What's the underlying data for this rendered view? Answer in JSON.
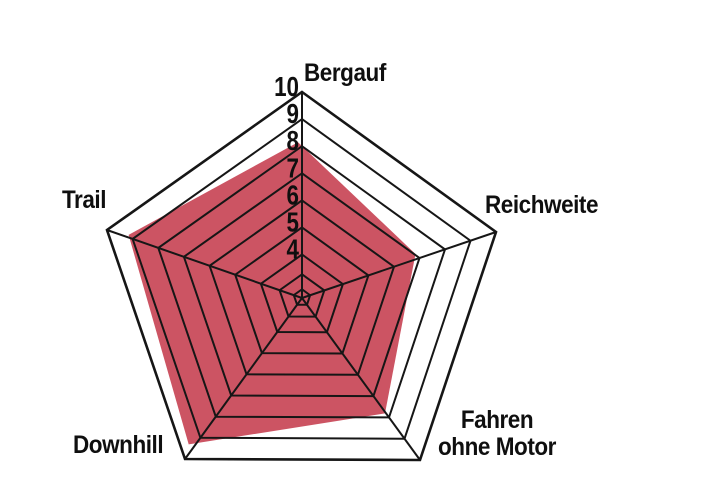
{
  "chart_data": {
    "type": "radar",
    "title": "",
    "categories": [
      "Bergauf",
      "Reichweite",
      "Fahren ohne Motor",
      "Downhill",
      "Trail"
    ],
    "values": [
      8,
      7,
      8,
      9.5,
      9
    ],
    "axes": [
      {
        "label": "Bergauf",
        "value": 8
      },
      {
        "label": "Reichweite",
        "value": 7
      },
      {
        "label": "Fahren ohne Motor",
        "label_line1": "Fahren",
        "label_line2": "ohne Motor",
        "value": 8
      },
      {
        "label": "Downhill",
        "value": 9.5
      },
      {
        "label": "Trail",
        "value": 9
      }
    ],
    "axis_ticks": [
      "10",
      "9",
      "8",
      "7",
      "6",
      "5",
      "4"
    ],
    "scale": {
      "min": 0,
      "max": 10,
      "labeled_min": 4
    },
    "grid": "pentagon-rings",
    "legend": "none",
    "fill_color": "#cc5463",
    "grid_color": "#161616",
    "tick_color": "#0f0f0f",
    "background": "#ffffff"
  }
}
